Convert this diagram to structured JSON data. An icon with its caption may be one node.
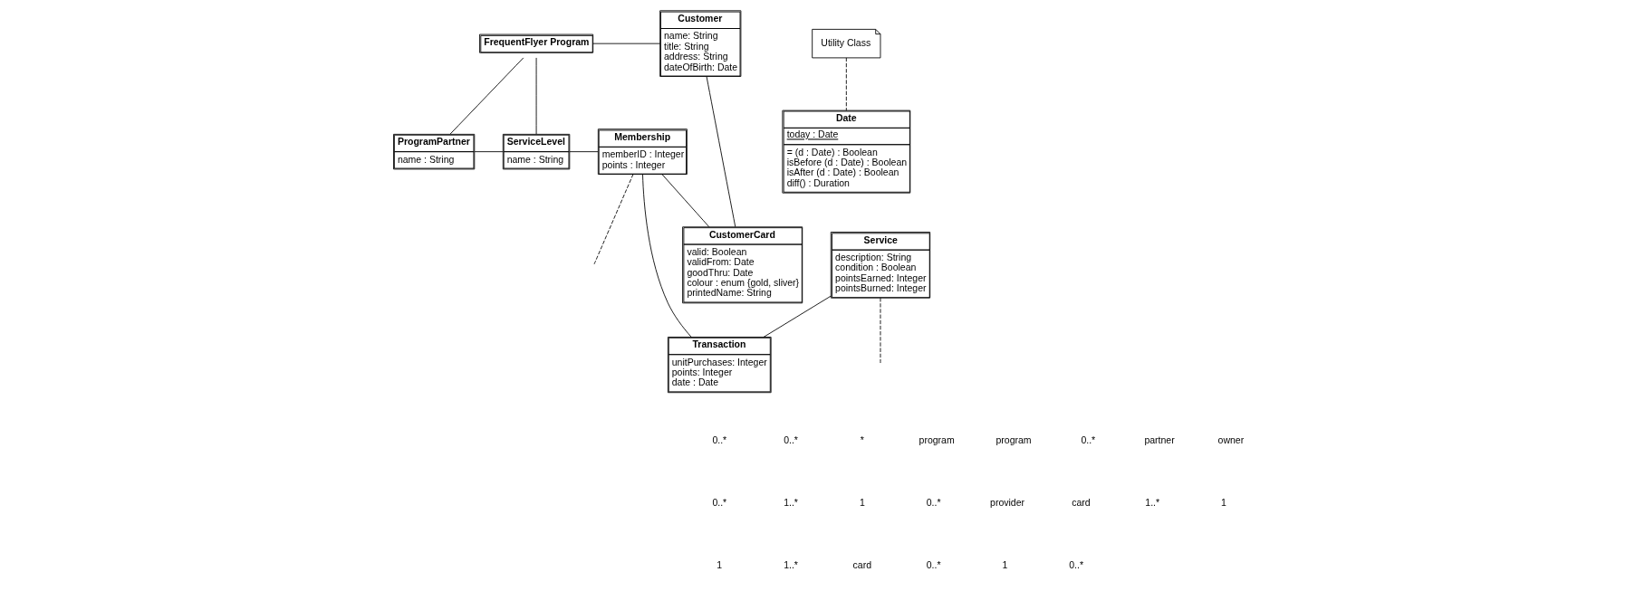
{
  "diagram": {
    "nodes": [
      {
        "text": [
          "FrequentFlyer Program"
        ]
      },
      {
        "text": [
          "Customer",
          "name: String",
          "title: String",
          "address: String",
          "dateOfBirth: Date"
        ]
      },
      {
        "text": [
          "ProgramPartner",
          "name : String"
        ]
      },
      {
        "text": [
          "ServiceLevel",
          "name : String"
        ]
      },
      {
        "text": [
          "Membership",
          "memberID : Integer",
          "points : Integer"
        ]
      },
      {
        "text": [
          "CustomerCard",
          "valid: Boolean",
          "validFrom: Date",
          "goodThru: Date",
          "colour : enum {gold, sliver}",
          "printedName: String"
        ]
      },
      {
        "text": [
          "Service",
          "description: String",
          "condition : Boolean",
          "pointsEarned: Integer",
          "pointsBurned: Integer"
        ]
      },
      {
        "text": [
          "Transaction",
          "unitPurchases: Integer",
          "points: Integer",
          "date : Date"
        ]
      },
      {
        "text": [
          "Utility Class"
        ]
      },
      {
        "text": [
          "Date",
          "today : Date",
          "= (d : Date) : Boolean",
          "isBefore (d : Date) : Boolean",
          "isAfter (d : Date) : Boolean",
          "diff() : Duration"
        ]
      }
    ],
    "edges": [
      {
        "from": 0,
        "to": 1,
        "arrow": "none"
      },
      {
        "from": 0,
        "to": 2,
        "arrow": "none"
      },
      {
        "from": 0,
        "to": 3,
        "arrow": "none"
      },
      {
        "from": 2,
        "to": 3,
        "arrow": "none"
      },
      {
        "from": 3,
        "to": 4,
        "arrow": "none"
      },
      {
        "from": 4,
        "to": null,
        "arrow": "none",
        "style": "dashed"
      },
      {
        "from": 6,
        "to": null,
        "arrow": "none",
        "style": "dashed"
      },
      {
        "from": 1,
        "to": 5,
        "arrow": "none"
      },
      {
        "from": 4,
        "to": 5,
        "arrow": "none"
      },
      {
        "from": 4,
        "to": 7,
        "arrow": "none"
      },
      {
        "from": 6,
        "to": 7,
        "arrow": "none"
      },
      {
        "from": 8,
        "to": 9,
        "arrow": "none",
        "style": "dashed"
      }
    ],
    "labels": [
      "0..*",
      "0..*",
      "*",
      "program",
      "program",
      "0..*",
      "partner",
      "owner",
      "0..*",
      "1..*",
      "1",
      "0..*",
      "provider",
      "card",
      "1..*",
      "1",
      "1",
      "1..*",
      "card",
      "0..*",
      "1",
      "0..*"
    ]
  }
}
